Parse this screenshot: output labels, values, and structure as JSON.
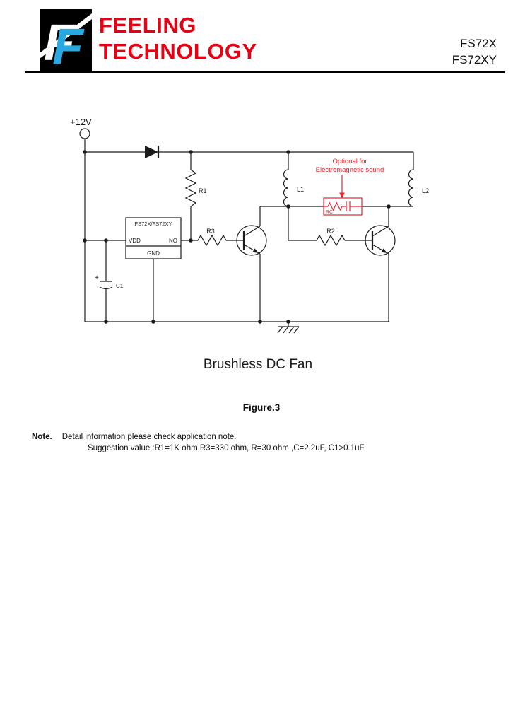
{
  "header": {
    "logo": {
      "letter": "F",
      "bg": "#000000",
      "blue": "#2aa9e0"
    },
    "brand_line1": "FEELING",
    "brand_line2": "TECHNOLOGY",
    "brand_color": "#e60012",
    "part_number_line1": "FS72X",
    "part_number_line2": "FS72XY"
  },
  "circuit": {
    "supply_label": "+12V",
    "ic": {
      "title": "FS72X/FS72XY",
      "pin_vdd": "VDD",
      "pin_no": "NO",
      "pin_gnd": "GND"
    },
    "labels": {
      "r1": "R1",
      "r2": "R2",
      "r3": "R3",
      "l1": "L1",
      "l2": "L2",
      "c1": "C1",
      "c1_plus": "+",
      "rc": "RC"
    },
    "annotation": {
      "line1": "Optional for",
      "line2": "Electromagnetic sound",
      "color": "#e8262d"
    },
    "caption": "Brushless DC Fan"
  },
  "figure": {
    "label": "Figure.3"
  },
  "note": {
    "label": "Note.",
    "text": "Detail information please check application note.",
    "suggestion": "Suggestion value :R1=1K ohm,R3=330 ohm, R=30 ohm ,C=2.2uF, C1>0.1uF"
  }
}
